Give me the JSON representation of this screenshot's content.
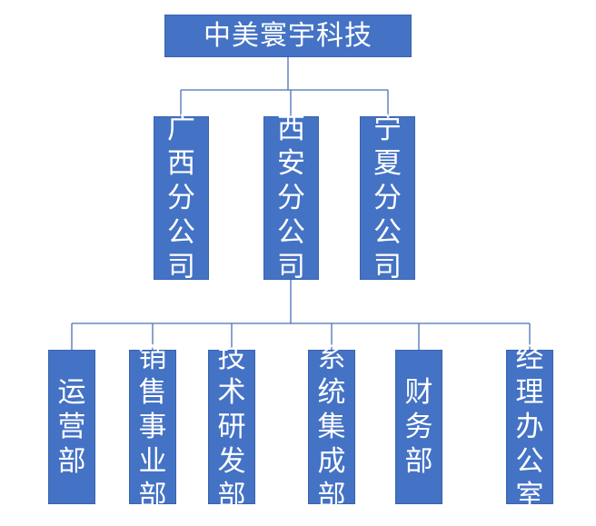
{
  "org": {
    "root": {
      "label": "中美寰宇科技"
    },
    "branches": [
      {
        "label": "广西分公司"
      },
      {
        "label": "西安分公司"
      },
      {
        "label": "宁夏分公司"
      }
    ],
    "departments": [
      {
        "label": "运营部"
      },
      {
        "label": "销售事业部"
      },
      {
        "label": "技术研发部"
      },
      {
        "label": "系统集成部"
      },
      {
        "label": "财务部"
      },
      {
        "label": "经理办公室"
      }
    ]
  },
  "colors": {
    "box_fill": "#4472c4",
    "box_border": "#3a63ad",
    "connector": "#4a6fb5",
    "text": "#ffffff"
  }
}
